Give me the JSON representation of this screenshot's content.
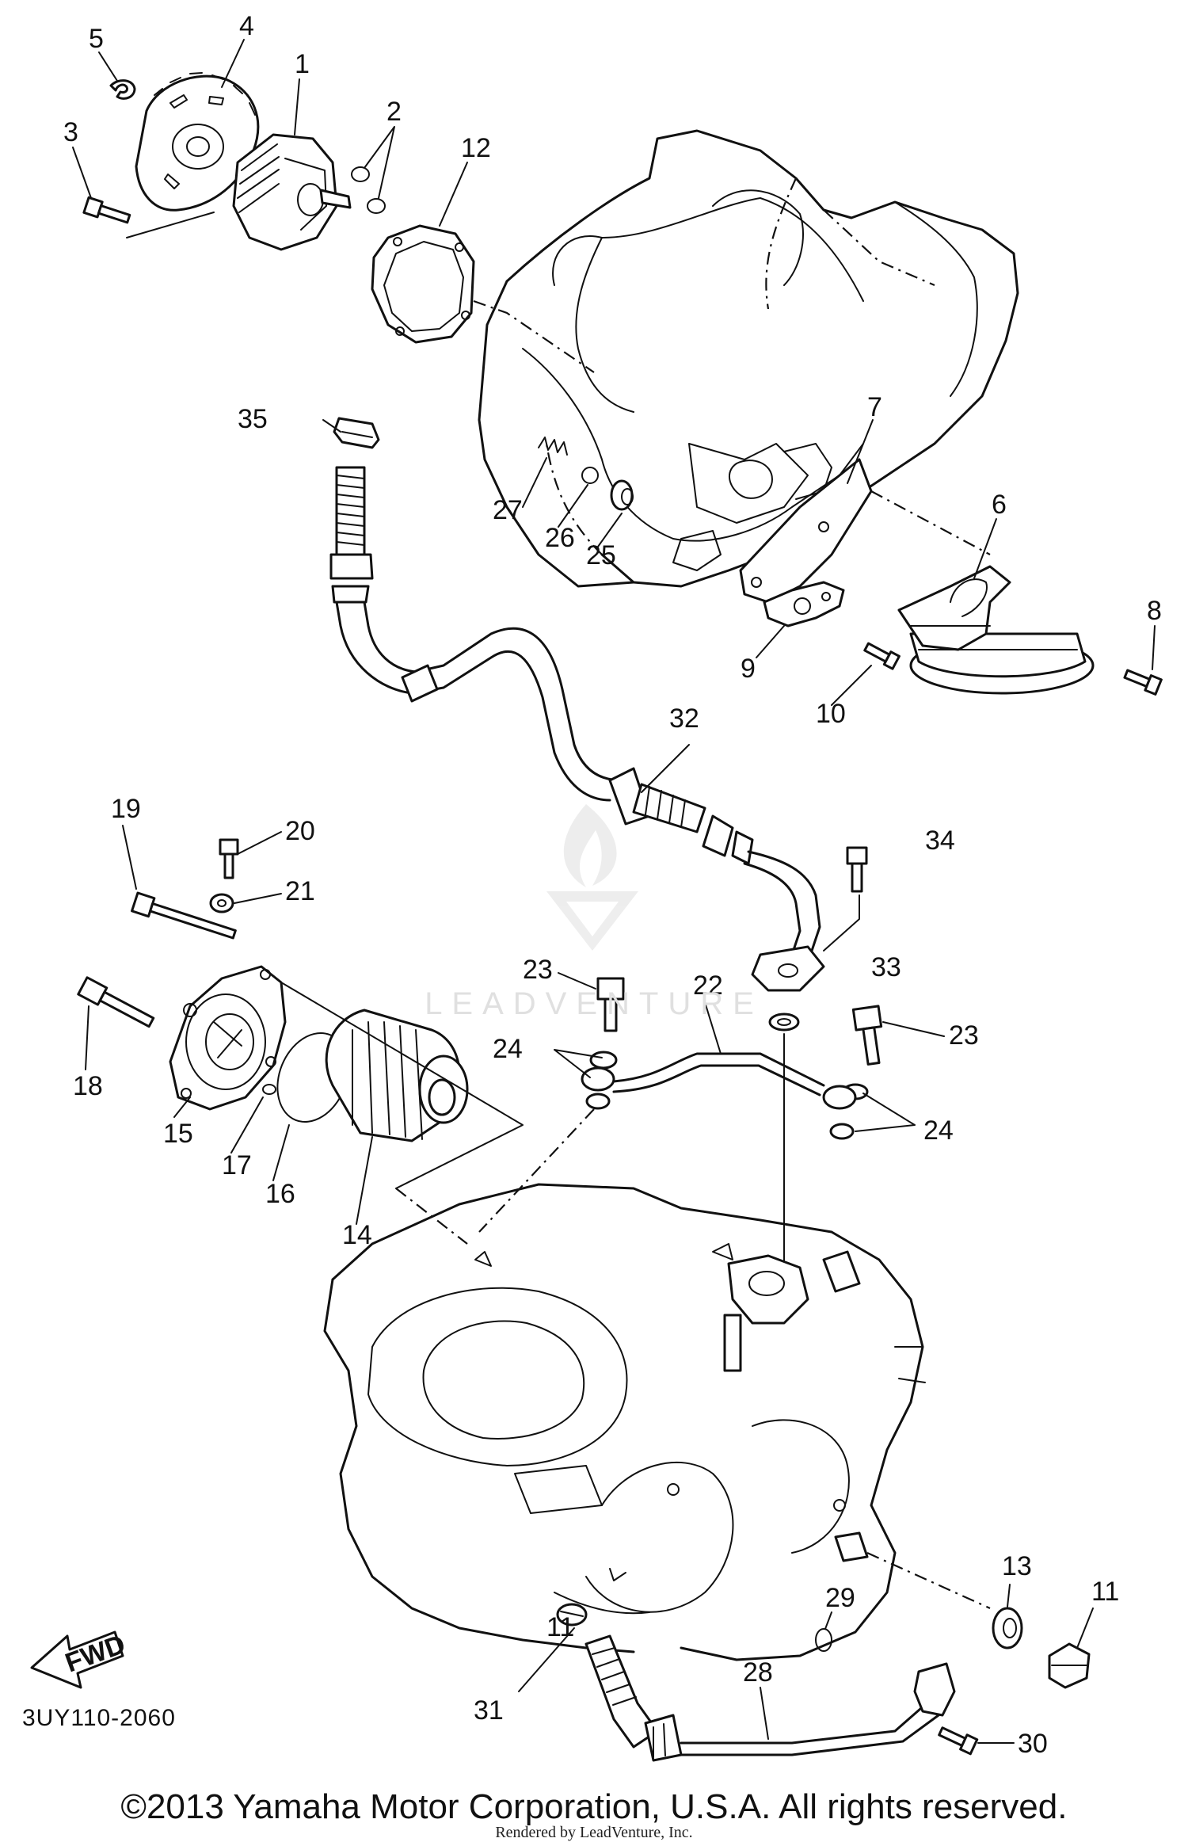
{
  "diagram": {
    "code": "3UY110-2060",
    "copyright": "©2013 Yamaha Motor Corporation, U.S.A. All rights reserved.",
    "rendered_by": "Rendered by LeadVenture, Inc.",
    "watermark": "LEADVENTURE",
    "forward_arrow": "FWD"
  },
  "callouts": [
    {
      "number": "1"
    },
    {
      "number": "2"
    },
    {
      "number": "3"
    },
    {
      "number": "4"
    },
    {
      "number": "5"
    },
    {
      "number": "6"
    },
    {
      "number": "7"
    },
    {
      "number": "8"
    },
    {
      "number": "9"
    },
    {
      "number": "10"
    },
    {
      "number": "11"
    },
    {
      "number": "11"
    },
    {
      "number": "12"
    },
    {
      "number": "13"
    },
    {
      "number": "14"
    },
    {
      "number": "15"
    },
    {
      "number": "16"
    },
    {
      "number": "17"
    },
    {
      "number": "18"
    },
    {
      "number": "19"
    },
    {
      "number": "20"
    },
    {
      "number": "21"
    },
    {
      "number": "22"
    },
    {
      "number": "23"
    },
    {
      "number": "23"
    },
    {
      "number": "24"
    },
    {
      "number": "24"
    },
    {
      "number": "25"
    },
    {
      "number": "26"
    },
    {
      "number": "27"
    },
    {
      "number": "28"
    },
    {
      "number": "29"
    },
    {
      "number": "30"
    },
    {
      "number": "31"
    },
    {
      "number": "32"
    },
    {
      "number": "33"
    },
    {
      "number": "34"
    },
    {
      "number": "35"
    }
  ]
}
